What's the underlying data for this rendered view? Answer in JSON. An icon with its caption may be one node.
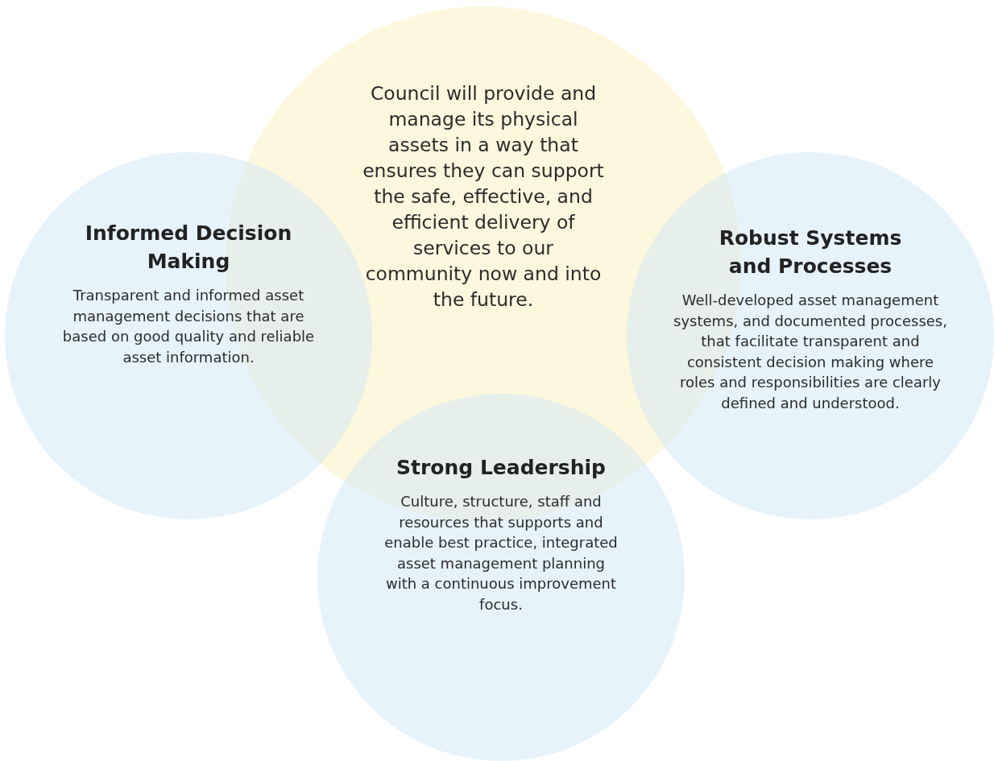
{
  "diagram": {
    "nodes": [
      {
        "text": [
          "Council will provide and manage its physical assets in a way that ensures they can support the safe, effective, and efficient delivery of services to our community now and into the future."
        ]
      },
      {
        "text": [
          "Informed Decision Making",
          "Transparent and informed asset management decisions that are based on good quality and reliable asset information."
        ]
      },
      {
        "text": [
          "Robust Systems and Processes",
          "Well-developed asset management systems, and documented processes, that facilitate transparent and consistent decision making where roles and responsibilities are clearly defined and understood."
        ]
      },
      {
        "text": [
          "Strong Leadership",
          "Culture, structure, staff and resources that supports and enable best practice, integrated asset management planning with a continuous improvement focus."
        ]
      }
    ]
  }
}
